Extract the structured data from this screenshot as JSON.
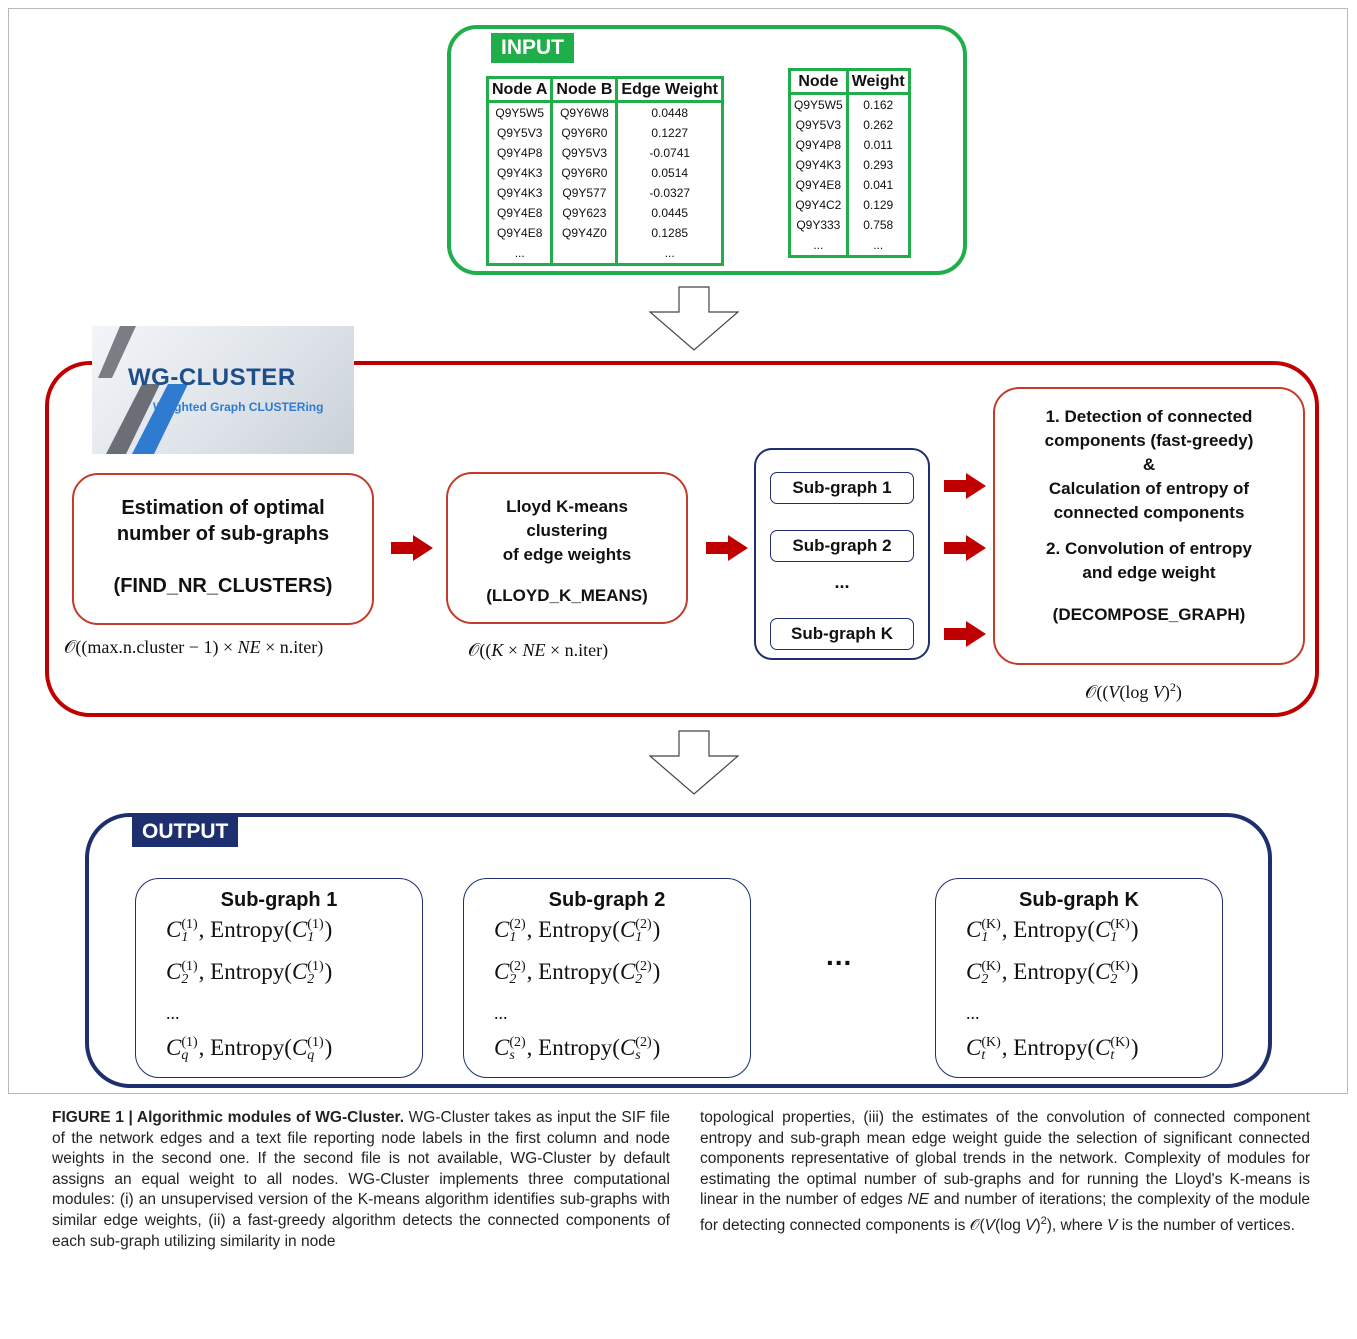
{
  "input": {
    "label": "INPUT",
    "edge_table": {
      "headers": [
        "Node  A",
        "Node B",
        "Edge Weight"
      ],
      "rows": [
        [
          "Q9Y5W5",
          "Q9Y6W8",
          "0.0448"
        ],
        [
          "Q9Y5V3",
          "Q9Y6R0",
          "0.1227"
        ],
        [
          "Q9Y4P8",
          "Q9Y5V3",
          "-0.0741"
        ],
        [
          "Q9Y4K3",
          "Q9Y6R0",
          "0.0514"
        ],
        [
          "Q9Y4K3",
          "Q9Y577",
          "-0.0327"
        ],
        [
          "Q9Y4E8",
          "Q9Y623",
          "0.0445"
        ],
        [
          "Q9Y4E8",
          "Q9Y4Z0",
          "0.1285"
        ],
        [
          "...",
          "",
          "..."
        ]
      ]
    },
    "node_table": {
      "headers": [
        "Node",
        "Weight"
      ],
      "rows": [
        [
          "Q9Y5W5",
          "0.162"
        ],
        [
          "Q9Y5V3",
          "0.262"
        ],
        [
          "Q9Y4P8",
          "0.011"
        ],
        [
          "Q9Y4K3",
          "0.293"
        ],
        [
          "Q9Y4E8",
          "0.041"
        ],
        [
          "Q9Y4C2",
          "0.129"
        ],
        [
          "Q9Y333",
          "0.758"
        ],
        [
          "...",
          "..."
        ]
      ]
    }
  },
  "logo": {
    "title": "WG-CLUSTER",
    "subtitle": "Weighted Graph CLUSTERing"
  },
  "steps": {
    "find": {
      "line1": "Estimation of optimal",
      "line2": "number of sub-graphs",
      "code": "(FIND_NR_CLUSTERS)"
    },
    "lloyd": {
      "line1": "Lloyd K-means",
      "line2": "clustering",
      "line3": "of edge weights",
      "code": "(LLOYD_K_MEANS)"
    },
    "decompose": {
      "l1": "1. Detection of  connected",
      "l2": "components  (fast-greedy)",
      "l3": "&",
      "l4": "Calculation of entropy of",
      "l5": "connected components",
      "l6": "2. Convolution of entropy",
      "l7": "and edge weight",
      "code": "(DECOMPOSE_GRAPH)"
    }
  },
  "subgraphs": {
    "sg1": "Sub-graph 1",
    "sg2": "Sub-graph 2",
    "dots": "...",
    "sgk": "Sub-graph K"
  },
  "complexity": {
    "c1_prefix": "𝒪((max.n.cluster − 1) × ",
    "c1_ne": "NE",
    "c1_suffix": " × n.iter)",
    "c2_prefix": "𝒪((",
    "c2_k": "K",
    "c2_mid": " × ",
    "c2_ne": "NE",
    "c2_suffix": " × n.iter)",
    "c3_prefix": "𝒪((",
    "c3_v1": "V",
    "c3_mid": "(log ",
    "c3_v2": "V",
    "c3_suffix": ")",
    "c3_exp": "2",
    "c3_end": ")"
  },
  "output": {
    "label": "OUTPUT",
    "ellipsis": "...",
    "cards": [
      {
        "title": "Sub-graph 1",
        "sup": "(1)",
        "subs": [
          "1",
          "2",
          "q"
        ]
      },
      {
        "title": "Sub-graph 2",
        "sup": "(2)",
        "subs": [
          "1",
          "2",
          "s"
        ]
      },
      {
        "title": "Sub-graph K",
        "sup": "(K)",
        "subs": [
          "1",
          "2",
          "t"
        ]
      }
    ],
    "entropy_word": "Entropy",
    "c_letter": "C",
    "line_dots": "..."
  },
  "caption": {
    "fig_label": "FIGURE 1 | Algorithmic modules of WG-Cluster.",
    "left_text": " WG-Cluster takes as input the SIF file of the network edges and a text file reporting node labels in the first column and node weights in the second one. If the second file is not available, WG-Cluster by default assigns an equal weight to all nodes. WG-Cluster implements three computational modules: (i) an unsupervised version of the K-means algorithm identifies sub-graphs with similar edge weights, (ii) a fast-greedy algorithm detects the connected components of each sub-graph utilizing similarity in node",
    "right_text_1": "topological properties, (iii) the estimates of the convolution of connected component entropy and sub-graph mean edge weight guide the selection of significant connected components representative of global trends in the network. Complexity of modules for estimating the optimal number of sub-graphs and for running the Lloyd's K-means is linear in the number of edges ",
    "right_ne": "NE",
    "right_text_2": " and number of iterations; the complexity of the module for detecting connected components is 𝒪(",
    "right_v1": "V",
    "right_text_3": "(log ",
    "right_v2": "V",
    "right_text_4": ")",
    "right_exp": "2",
    "right_text_5": "), where ",
    "right_v3": "V",
    "right_text_6": " is the number of vertices."
  },
  "colors": {
    "green": "#1fae4a",
    "red": "#c00000",
    "navy": "#1d2f6e"
  }
}
